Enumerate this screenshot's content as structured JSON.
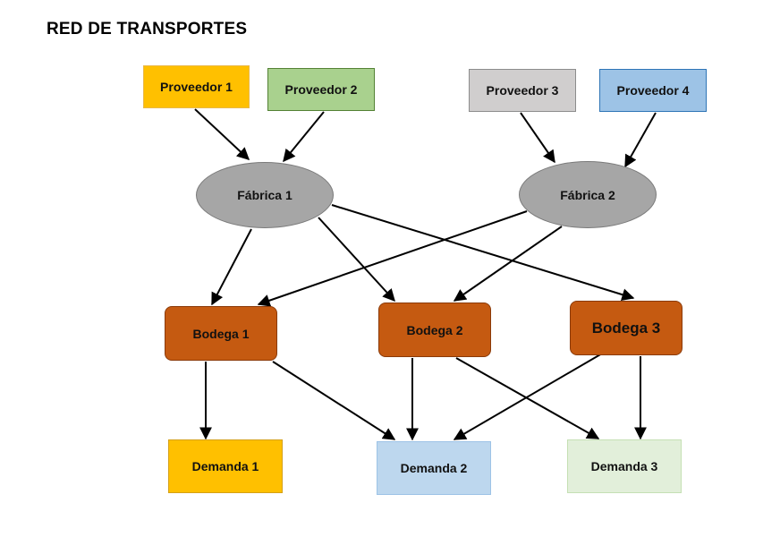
{
  "title": "RED DE TRANSPORTES",
  "nodes": {
    "p1": {
      "label": "Proveedor 1",
      "fill": "#ffc000",
      "stroke": "#e8b84a"
    },
    "p2": {
      "label": "Proveedor 2",
      "fill": "#a9d18e",
      "stroke": "#548235"
    },
    "p3": {
      "label": "Proveedor 3",
      "fill": "#d0cece",
      "stroke": "#8c8c8c"
    },
    "p4": {
      "label": "Proveedor 4",
      "fill": "#9dc3e6",
      "stroke": "#2e75b6"
    },
    "f1": {
      "label": "Fábrica 1",
      "fill": "#a6a6a6"
    },
    "f2": {
      "label": "Fábrica 2",
      "fill": "#a6a6a6"
    },
    "b1": {
      "label": "Bodega 1",
      "fill": "#c55a11"
    },
    "b2": {
      "label": "Bodega 2",
      "fill": "#c55a11"
    },
    "b3": {
      "label": "Bodega 3",
      "fill": "#c55a11"
    },
    "d1": {
      "label": "Demanda 1",
      "fill": "#ffc000",
      "stroke": "#d4a017"
    },
    "d2": {
      "label": "Demanda 2",
      "fill": "#bdd7ee",
      "stroke": "#9dc3e6"
    },
    "d3": {
      "label": "Demanda 3",
      "fill": "#e2efda",
      "stroke": "#c5e0b4"
    }
  },
  "edges": [
    [
      "p1",
      "f1"
    ],
    [
      "p2",
      "f1"
    ],
    [
      "p3",
      "f2"
    ],
    [
      "p4",
      "f2"
    ],
    [
      "f1",
      "b1"
    ],
    [
      "f1",
      "b2"
    ],
    [
      "f1",
      "b3"
    ],
    [
      "f2",
      "b1"
    ],
    [
      "f2",
      "b2"
    ],
    [
      "b1",
      "d1"
    ],
    [
      "b1",
      "d2"
    ],
    [
      "b2",
      "d2"
    ],
    [
      "b2",
      "d3"
    ],
    [
      "b3",
      "d2"
    ],
    [
      "b3",
      "d3"
    ]
  ]
}
